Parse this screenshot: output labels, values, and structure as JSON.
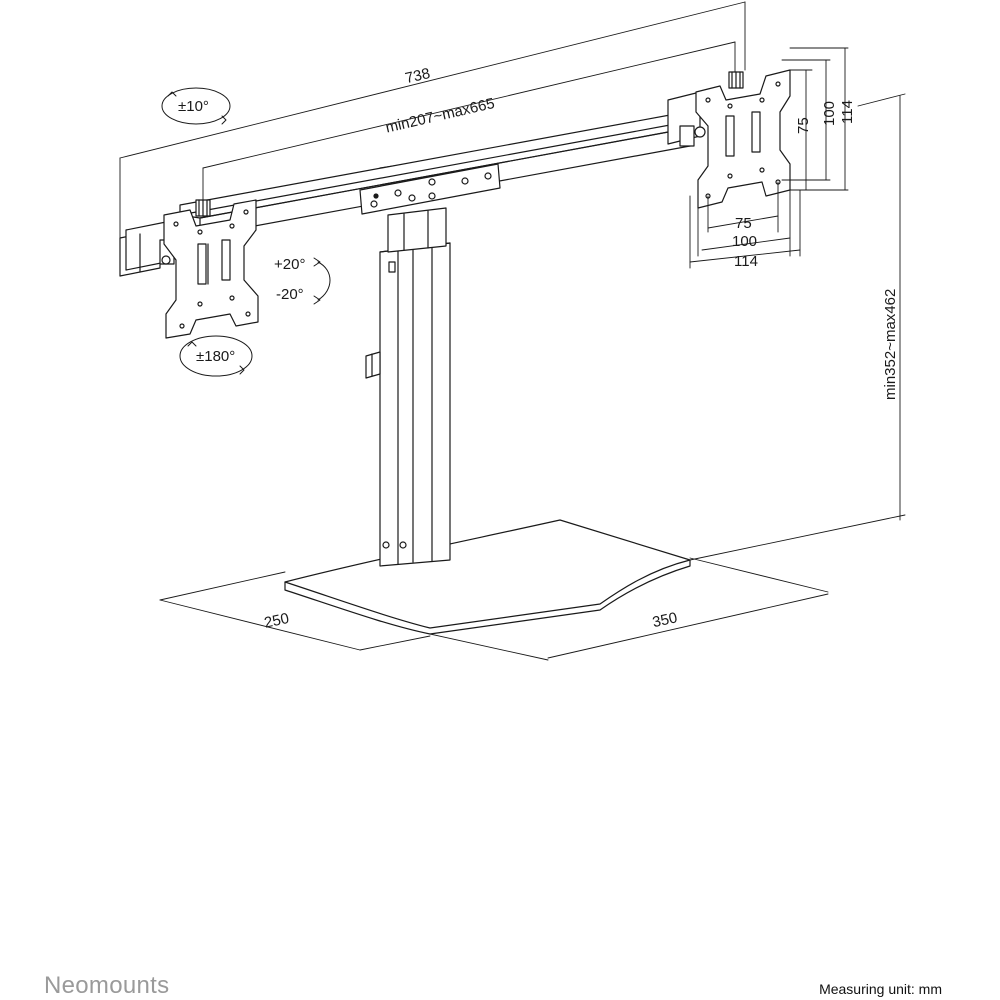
{
  "dimensions": {
    "overall_width": "738",
    "arm_range": "min207~max665",
    "height_range": "min352~max462",
    "base_depth": "250",
    "base_width": "350",
    "vesa_h_75": "75",
    "vesa_h_100": "100",
    "vesa_h_114": "114",
    "vesa_v_75": "75",
    "vesa_v_100": "100",
    "vesa_v_114": "114"
  },
  "angles": {
    "rotation_top": "±10°",
    "tilt_up": "+20°",
    "tilt_down": "-20°",
    "rotation_bottom": "±180°"
  },
  "footer": {
    "brand": "Neomounts",
    "unit_note": "Measuring unit: mm"
  }
}
